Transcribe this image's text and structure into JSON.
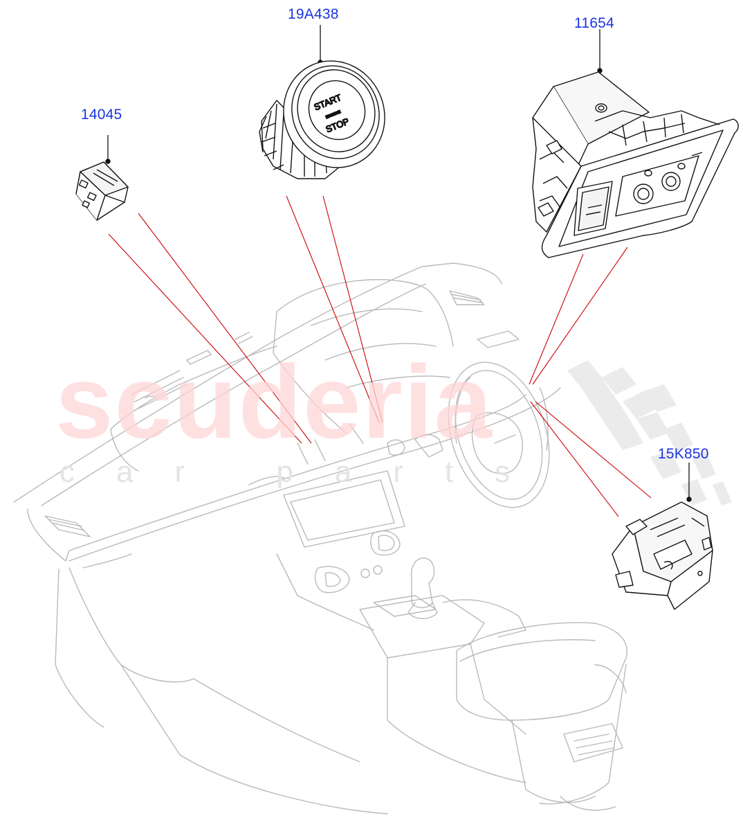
{
  "parts": [
    {
      "id": "p14045",
      "number": "14045"
    },
    {
      "id": "p19A438",
      "number": "19A438"
    },
    {
      "id": "p11654",
      "number": "11654"
    },
    {
      "id": "p15K850",
      "number": "15K850"
    }
  ],
  "button": {
    "top": "START",
    "middle": "ENGINE",
    "bottom": "STOP"
  },
  "watermark": {
    "main": "scuderia",
    "sub": "car parts"
  },
  "colors": {
    "label": "#1a33e0",
    "leader": "#cc0000",
    "line": "#222222",
    "watermark": "#ffd6d6"
  }
}
